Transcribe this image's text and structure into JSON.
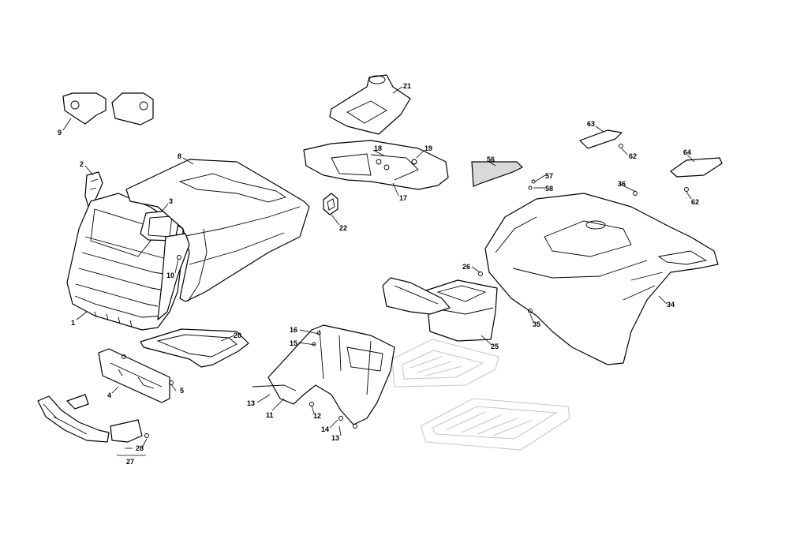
{
  "diagram": {
    "callouts": [
      {
        "id": "c1",
        "label": "1"
      },
      {
        "id": "c2",
        "label": "2"
      },
      {
        "id": "c3",
        "label": "3"
      },
      {
        "id": "c4",
        "label": "4"
      },
      {
        "id": "c5",
        "label": "5"
      },
      {
        "id": "c8",
        "label": "8"
      },
      {
        "id": "c9",
        "label": "9"
      },
      {
        "id": "c10",
        "label": "10"
      },
      {
        "id": "c11",
        "label": "11"
      },
      {
        "id": "c12",
        "label": "12"
      },
      {
        "id": "c13a",
        "label": "13"
      },
      {
        "id": "c13b",
        "label": "13"
      },
      {
        "id": "c14",
        "label": "14"
      },
      {
        "id": "c15",
        "label": "15"
      },
      {
        "id": "c16",
        "label": "16"
      },
      {
        "id": "c17",
        "label": "17"
      },
      {
        "id": "c18",
        "label": "18"
      },
      {
        "id": "c19",
        "label": "19"
      },
      {
        "id": "c20",
        "label": "20"
      },
      {
        "id": "c21",
        "label": "21"
      },
      {
        "id": "c22",
        "label": "22"
      },
      {
        "id": "c25",
        "label": "25"
      },
      {
        "id": "c26",
        "label": "26"
      },
      {
        "id": "c27",
        "label": "27"
      },
      {
        "id": "c28",
        "label": "28"
      },
      {
        "id": "c34",
        "label": "34"
      },
      {
        "id": "c35",
        "label": "35"
      },
      {
        "id": "c36",
        "label": "36"
      },
      {
        "id": "c56",
        "label": "56"
      },
      {
        "id": "c57",
        "label": "57"
      },
      {
        "id": "c58",
        "label": "58"
      },
      {
        "id": "c62a",
        "label": "62"
      },
      {
        "id": "c62b",
        "label": "62"
      },
      {
        "id": "c63",
        "label": "63"
      },
      {
        "id": "c64",
        "label": "64"
      }
    ]
  }
}
